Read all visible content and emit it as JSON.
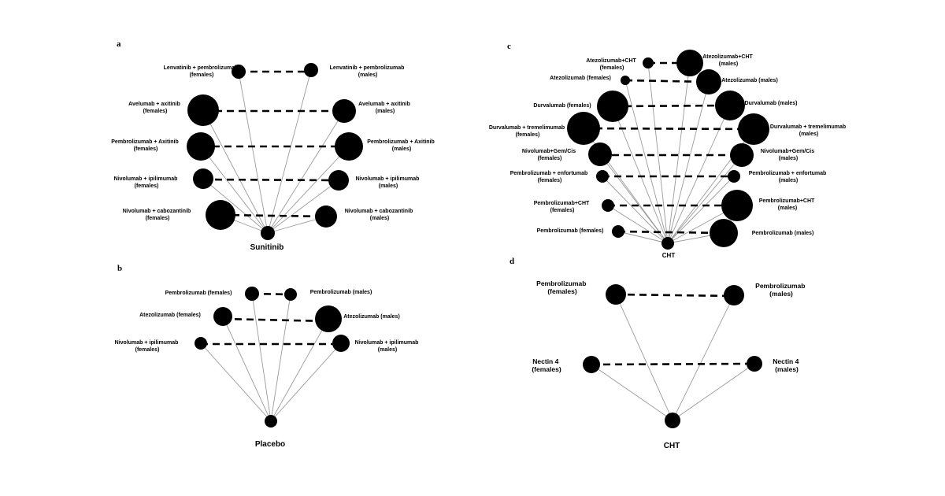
{
  "panels": {
    "a": {
      "letter": "a",
      "hub": "Sunitinib",
      "pairs": [
        {
          "female": [
            "Lenvatinib + pembrolizumab",
            "(females)"
          ],
          "male": [
            "Lenvatinib + pembrolizumab",
            "(males)"
          ]
        },
        {
          "female": [
            "Avelumab + axitinib",
            "(females)"
          ],
          "male": [
            "Avelumab + axitinib",
            "(males)"
          ]
        },
        {
          "female": [
            "Pembrolizumab + Axitinib",
            "(females)"
          ],
          "male": [
            "Pembrolizumab + Axitinib",
            "(males)"
          ]
        },
        {
          "female": [
            "Nivolumab + ipilimumab",
            "(females)"
          ],
          "male": [
            "Nivolumab + ipilimumab",
            "(males)"
          ]
        },
        {
          "female": [
            "Nivolumab + cabozantinib",
            "(females)"
          ],
          "male": [
            "Nivolumab + cabozantinib",
            "(males)"
          ]
        }
      ]
    },
    "b": {
      "letter": "b",
      "hub": "Placebo",
      "pairs": [
        {
          "female": [
            "Pembrolizumab (females)"
          ],
          "male": [
            "Pembrolizumab (males)"
          ]
        },
        {
          "female": [
            "Atezolizumab (females)"
          ],
          "male": [
            "Atezolizumab (males)"
          ]
        },
        {
          "female": [
            "Nivolumab + ipilimumab",
            "(females)"
          ],
          "male": [
            "Nivolumab + ipilimumab",
            "(males)"
          ]
        }
      ]
    },
    "c": {
      "letter": "c",
      "hub": "CHT",
      "pairs": [
        {
          "female": [
            "Atezolizumab+CHT",
            "(females)"
          ],
          "male": [
            "Atezolizumab+CHT",
            "(males)"
          ]
        },
        {
          "female": [
            "Atezolizumab (females)"
          ],
          "male": [
            "Atezolizumab (males)"
          ]
        },
        {
          "female": [
            "Durvalumab (females)"
          ],
          "male": [
            "Durvalumab (males)"
          ]
        },
        {
          "female": [
            "Durvalumab + tremelimumab",
            "(females)"
          ],
          "male": [
            "Durvalumab + tremelimumab",
            "(males)"
          ]
        },
        {
          "female": [
            "Nivolumab+Gem/Cis",
            "(females)"
          ],
          "male": [
            "Nivolumab+Gem/Cis",
            "(males)"
          ]
        },
        {
          "female": [
            "Pembrolizumab + enfortumab",
            "(females)"
          ],
          "male": [
            "Pembrolizumab + enfortumab",
            "(males)"
          ]
        },
        {
          "female": [
            "Pembrolizumab+CHT",
            "(females)"
          ],
          "male": [
            "Pembrolizumab+CHT",
            "(males)"
          ]
        },
        {
          "female": [
            "Pembrolizumab (females)"
          ],
          "male": [
            "Pembrolizumab (males)"
          ]
        }
      ]
    },
    "d": {
      "letter": "d",
      "hub": "CHT",
      "pairs": [
        {
          "female": [
            "Pembrolizumab",
            "(females)"
          ],
          "male": [
            "Pembrolizumab",
            "(males)"
          ]
        },
        {
          "female": [
            "Nectin 4",
            "(females)"
          ],
          "male": [
            "Nectin 4",
            "(males)"
          ]
        }
      ]
    }
  }
}
